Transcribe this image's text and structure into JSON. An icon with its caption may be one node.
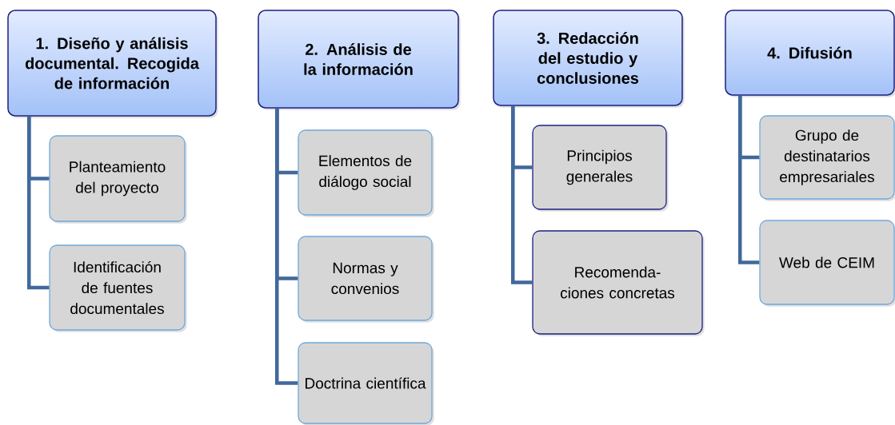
{
  "diagram": {
    "nodes": [
      {
        "text": [
          "1. Diseño y análisis documental. Recogida de información"
        ]
      },
      {
        "text": [
          "Planteamiento del proyecto"
        ]
      },
      {
        "text": [
          "Identificación de fuentes documentales"
        ]
      },
      {
        "text": [
          "2. Análisis de la información"
        ]
      },
      {
        "text": [
          "Elementos de diálogo social"
        ]
      },
      {
        "text": [
          "Normas y convenios"
        ]
      },
      {
        "text": [
          "Doctrina científica"
        ]
      },
      {
        "text": [
          "3. Redacción del estudio y conclusiones"
        ]
      },
      {
        "text": [
          "Principios generales"
        ]
      },
      {
        "text": [
          "Recomenda- ciones concretas"
        ]
      },
      {
        "text": [
          "4. Difusión"
        ]
      },
      {
        "text": [
          "Grupo de destinatarios empresariales"
        ]
      },
      {
        "text": [
          "Web de CEIM"
        ]
      }
    ],
    "edges": [
      {
        "from": 0,
        "to": 1,
        "arrow": "none"
      },
      {
        "from": 0,
        "to": 2,
        "arrow": "none"
      },
      {
        "from": 3,
        "to": 4,
        "arrow": "none"
      },
      {
        "from": 3,
        "to": 5,
        "arrow": "none"
      },
      {
        "from": 3,
        "to": 6,
        "arrow": "none"
      },
      {
        "from": 7,
        "to": 8,
        "arrow": "none"
      },
      {
        "from": 7,
        "to": 9,
        "arrow": "none"
      },
      {
        "from": 10,
        "to": 11,
        "arrow": "none"
      },
      {
        "from": 10,
        "to": 12,
        "arrow": "none"
      }
    ]
  }
}
